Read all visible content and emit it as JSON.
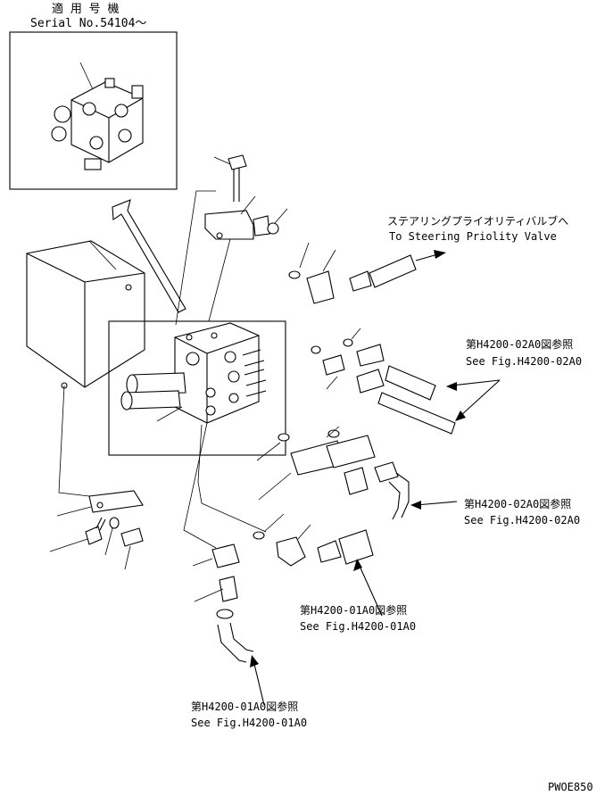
{
  "applicability": {
    "label_jp": "適 用 号 機",
    "serial": "Serial No.54104～"
  },
  "callouts": {
    "steering_jp": "ステアリングプライオリティバルブへ",
    "steering_en": "To Steering Priolity Valve",
    "ref_02a0_upper_jp": "第H4200-02A0図参照",
    "ref_02a0_upper_en": "See Fig.H4200-02A0",
    "ref_02a0_lower_jp": "第H4200-02A0図参照",
    "ref_02a0_lower_en": "See Fig.H4200-02A0",
    "ref_01a0_mid_jp": "第H4200-01A0図参照",
    "ref_01a0_mid_en": "See Fig.H4200-01A0",
    "ref_01a0_bottom_jp": "第H4200-01A0図参照",
    "ref_01a0_bottom_en": "See Fig.H4200-01A0"
  },
  "drawing_code": "PWOE850"
}
